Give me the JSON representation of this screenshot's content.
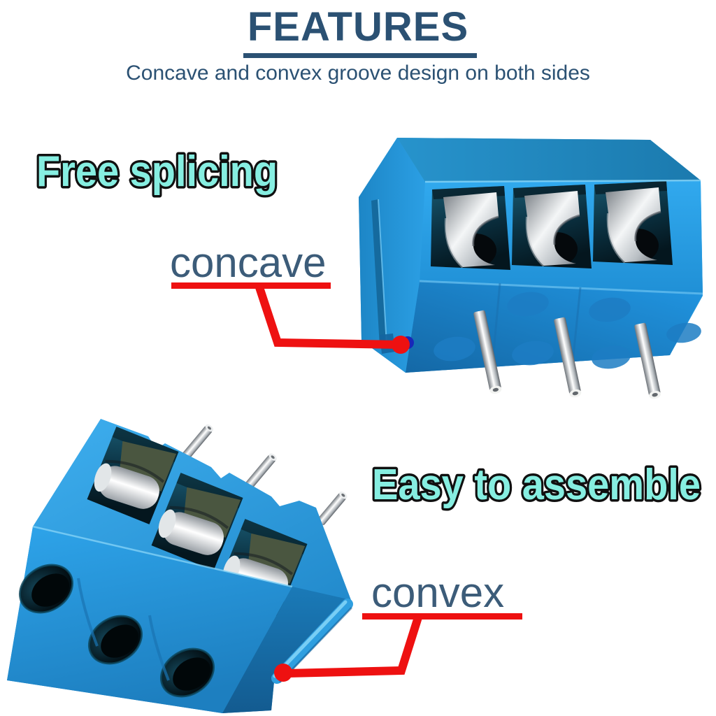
{
  "header": {
    "title": "FEATURES",
    "subtitle": "Concave and convex groove design on both sides"
  },
  "annotations": {
    "free_splicing": "Free splicing",
    "easy_to_assemble": "Easy to assemble",
    "concave": "concave",
    "convex": "convex"
  },
  "figures": {
    "top_block": "blue 3-pin screw terminal block, underside view with concave side groove",
    "bottom_block": "blue 3-pin screw terminal block, top view with convex side ridge",
    "pins_per_block": 3
  },
  "colors": {
    "title_blue": "#2B5173",
    "label_blue": "#3C5C79",
    "callout_fill": "#86EEE1",
    "callout_outline": "#101010",
    "annotation_red": "#EE1111",
    "anchor_dot_blue": "#1827B8",
    "block_blue": "#2AA0E8",
    "block_blue_dark": "#1569A8",
    "cavity_teal": "#0F4257",
    "metal_silver": "#E9EBEC"
  }
}
